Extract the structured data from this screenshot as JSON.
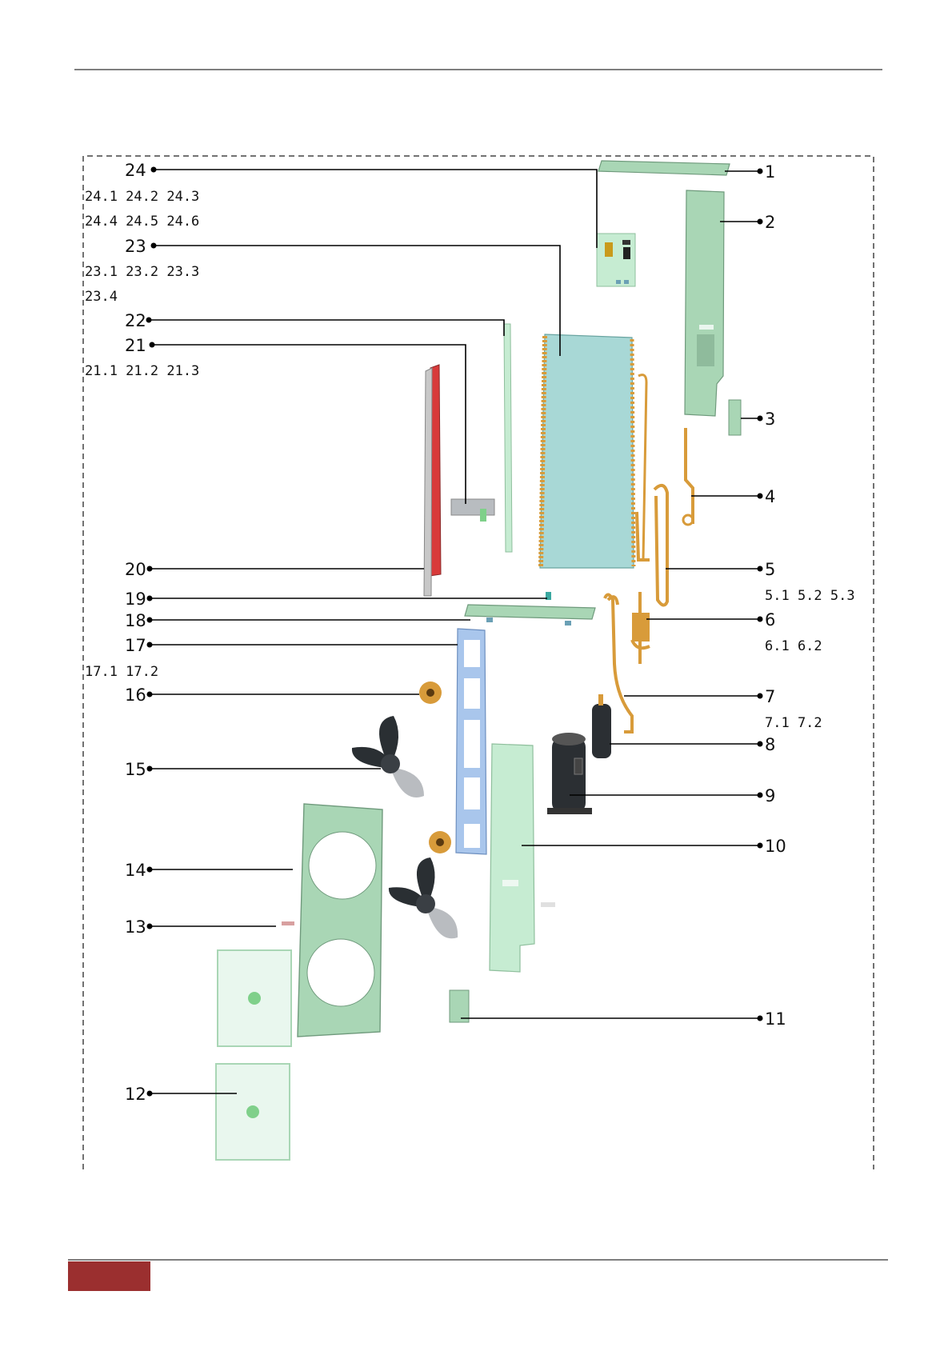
{
  "callouts_left": [
    {
      "id": "24",
      "sub": "24.1 24.2 24.3"
    },
    {
      "id": "",
      "sub": "24.4 24.5 24.6"
    },
    {
      "id": "23",
      "sub": "23.1 23.2 23.3"
    },
    {
      "id": "",
      "sub": "23.4"
    },
    {
      "id": "22",
      "sub": ""
    },
    {
      "id": "21",
      "sub": "21.1 21.2 21.3"
    },
    {
      "id": "20",
      "sub": ""
    },
    {
      "id": "19",
      "sub": ""
    },
    {
      "id": "18",
      "sub": ""
    },
    {
      "id": "17",
      "sub": "17.1 17.2"
    },
    {
      "id": "16",
      "sub": ""
    },
    {
      "id": "15",
      "sub": ""
    },
    {
      "id": "14",
      "sub": ""
    },
    {
      "id": "13",
      "sub": ""
    },
    {
      "id": "12",
      "sub": ""
    }
  ],
  "callouts_right": [
    {
      "id": "1",
      "sub": ""
    },
    {
      "id": "2",
      "sub": ""
    },
    {
      "id": "3",
      "sub": ""
    },
    {
      "id": "4",
      "sub": ""
    },
    {
      "id": "5",
      "sub": "5.1 5.2 5.3"
    },
    {
      "id": "6",
      "sub": "6.1 6.2"
    },
    {
      "id": "7",
      "sub": "7.1 7.2"
    },
    {
      "id": "8",
      "sub": ""
    },
    {
      "id": "9",
      "sub": ""
    },
    {
      "id": "10",
      "sub": ""
    },
    {
      "id": "11",
      "sub": ""
    }
  ],
  "colors": {
    "accent_bar": "#9b2f2f",
    "panel_green": "#a9d6b5",
    "coil_blue": "#a8d8d6",
    "copper": "#d89b3a",
    "frame_blue": "#a9c6ec",
    "fan_dark": "#2a2f33",
    "compressor": "#2b2f33"
  }
}
